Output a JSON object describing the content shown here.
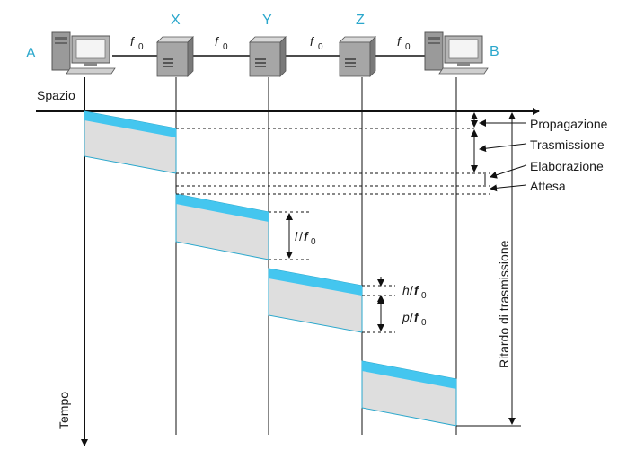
{
  "colors": {
    "line": "#111111",
    "node_label": "#2aa7cc",
    "packet_header": "#44c6ef",
    "packet_body": "#dedede",
    "packet_edge": "#2aa7cc"
  },
  "nodes": {
    "A": {
      "label": "A",
      "icon": "computer-icon"
    },
    "X": {
      "label": "X",
      "icon": "router-icon"
    },
    "Y": {
      "label": "Y",
      "icon": "router-icon"
    },
    "Z": {
      "label": "Z",
      "icon": "router-icon"
    },
    "B": {
      "label": "B",
      "icon": "computer-icon"
    }
  },
  "links": [
    {
      "label": "f",
      "sub": "0"
    },
    {
      "label": "f",
      "sub": "0"
    },
    {
      "label": "f",
      "sub": "0"
    },
    {
      "label": "f",
      "sub": "0"
    }
  ],
  "axes": {
    "space_label": "Spazio",
    "time_label": "Tempo"
  },
  "annotations": {
    "propagation": "Propagazione",
    "transmission": "Trasmissione",
    "processing": "Elaborazione",
    "waiting": "Attesa",
    "total_delay": "Ritardo di trasmissione"
  },
  "formulas": {
    "l_over_f0": {
      "num": "l",
      "den": "f",
      "sub": "0"
    },
    "h_over_f0": {
      "num": "h",
      "den": "f",
      "sub": "0"
    },
    "p_over_f0": {
      "num": "p",
      "den": "f",
      "sub": "0"
    }
  }
}
